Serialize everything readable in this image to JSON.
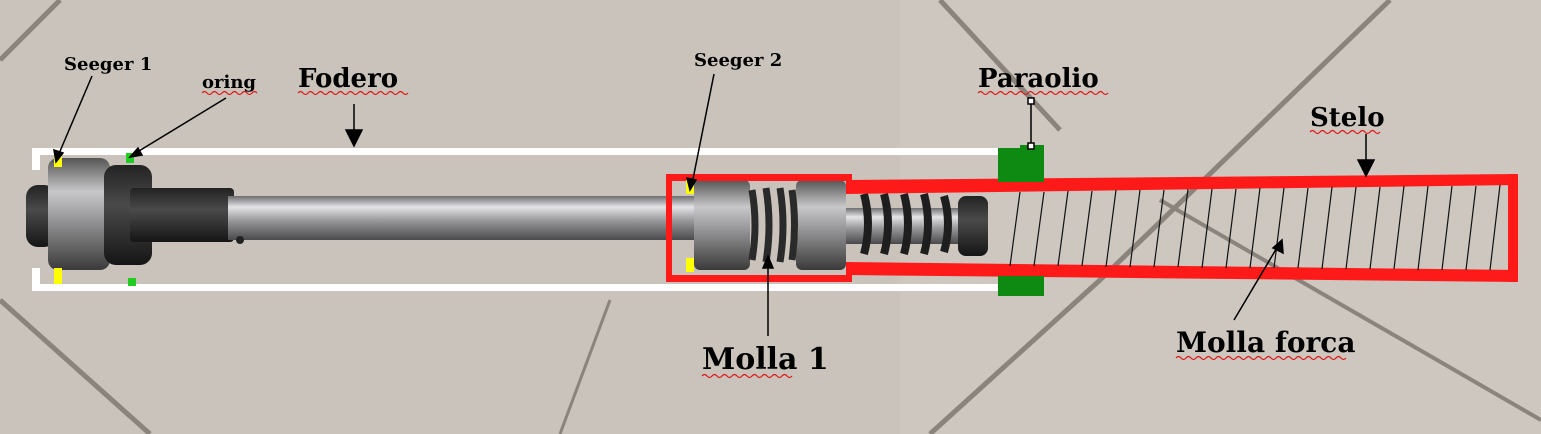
{
  "labels": {
    "seeger1": "Seeger 1",
    "oring": "oring",
    "fodero": "Fodero",
    "seeger2": "Seeger 2",
    "paraolio": "Paraolio",
    "stelo": "Stelo",
    "molla1": "Molla 1",
    "molla_forca": "Molla forca"
  },
  "colors": {
    "stelo": "#ff1a1a",
    "fodero": "#ffffff",
    "paraolio": "#0e8a12",
    "seeger": "#ffff00",
    "oring": "#22cc22",
    "tile": "#c9c3bb",
    "grout": "#8a847c",
    "metal": "#a9a9aa",
    "spring": "#2a2a2a"
  }
}
